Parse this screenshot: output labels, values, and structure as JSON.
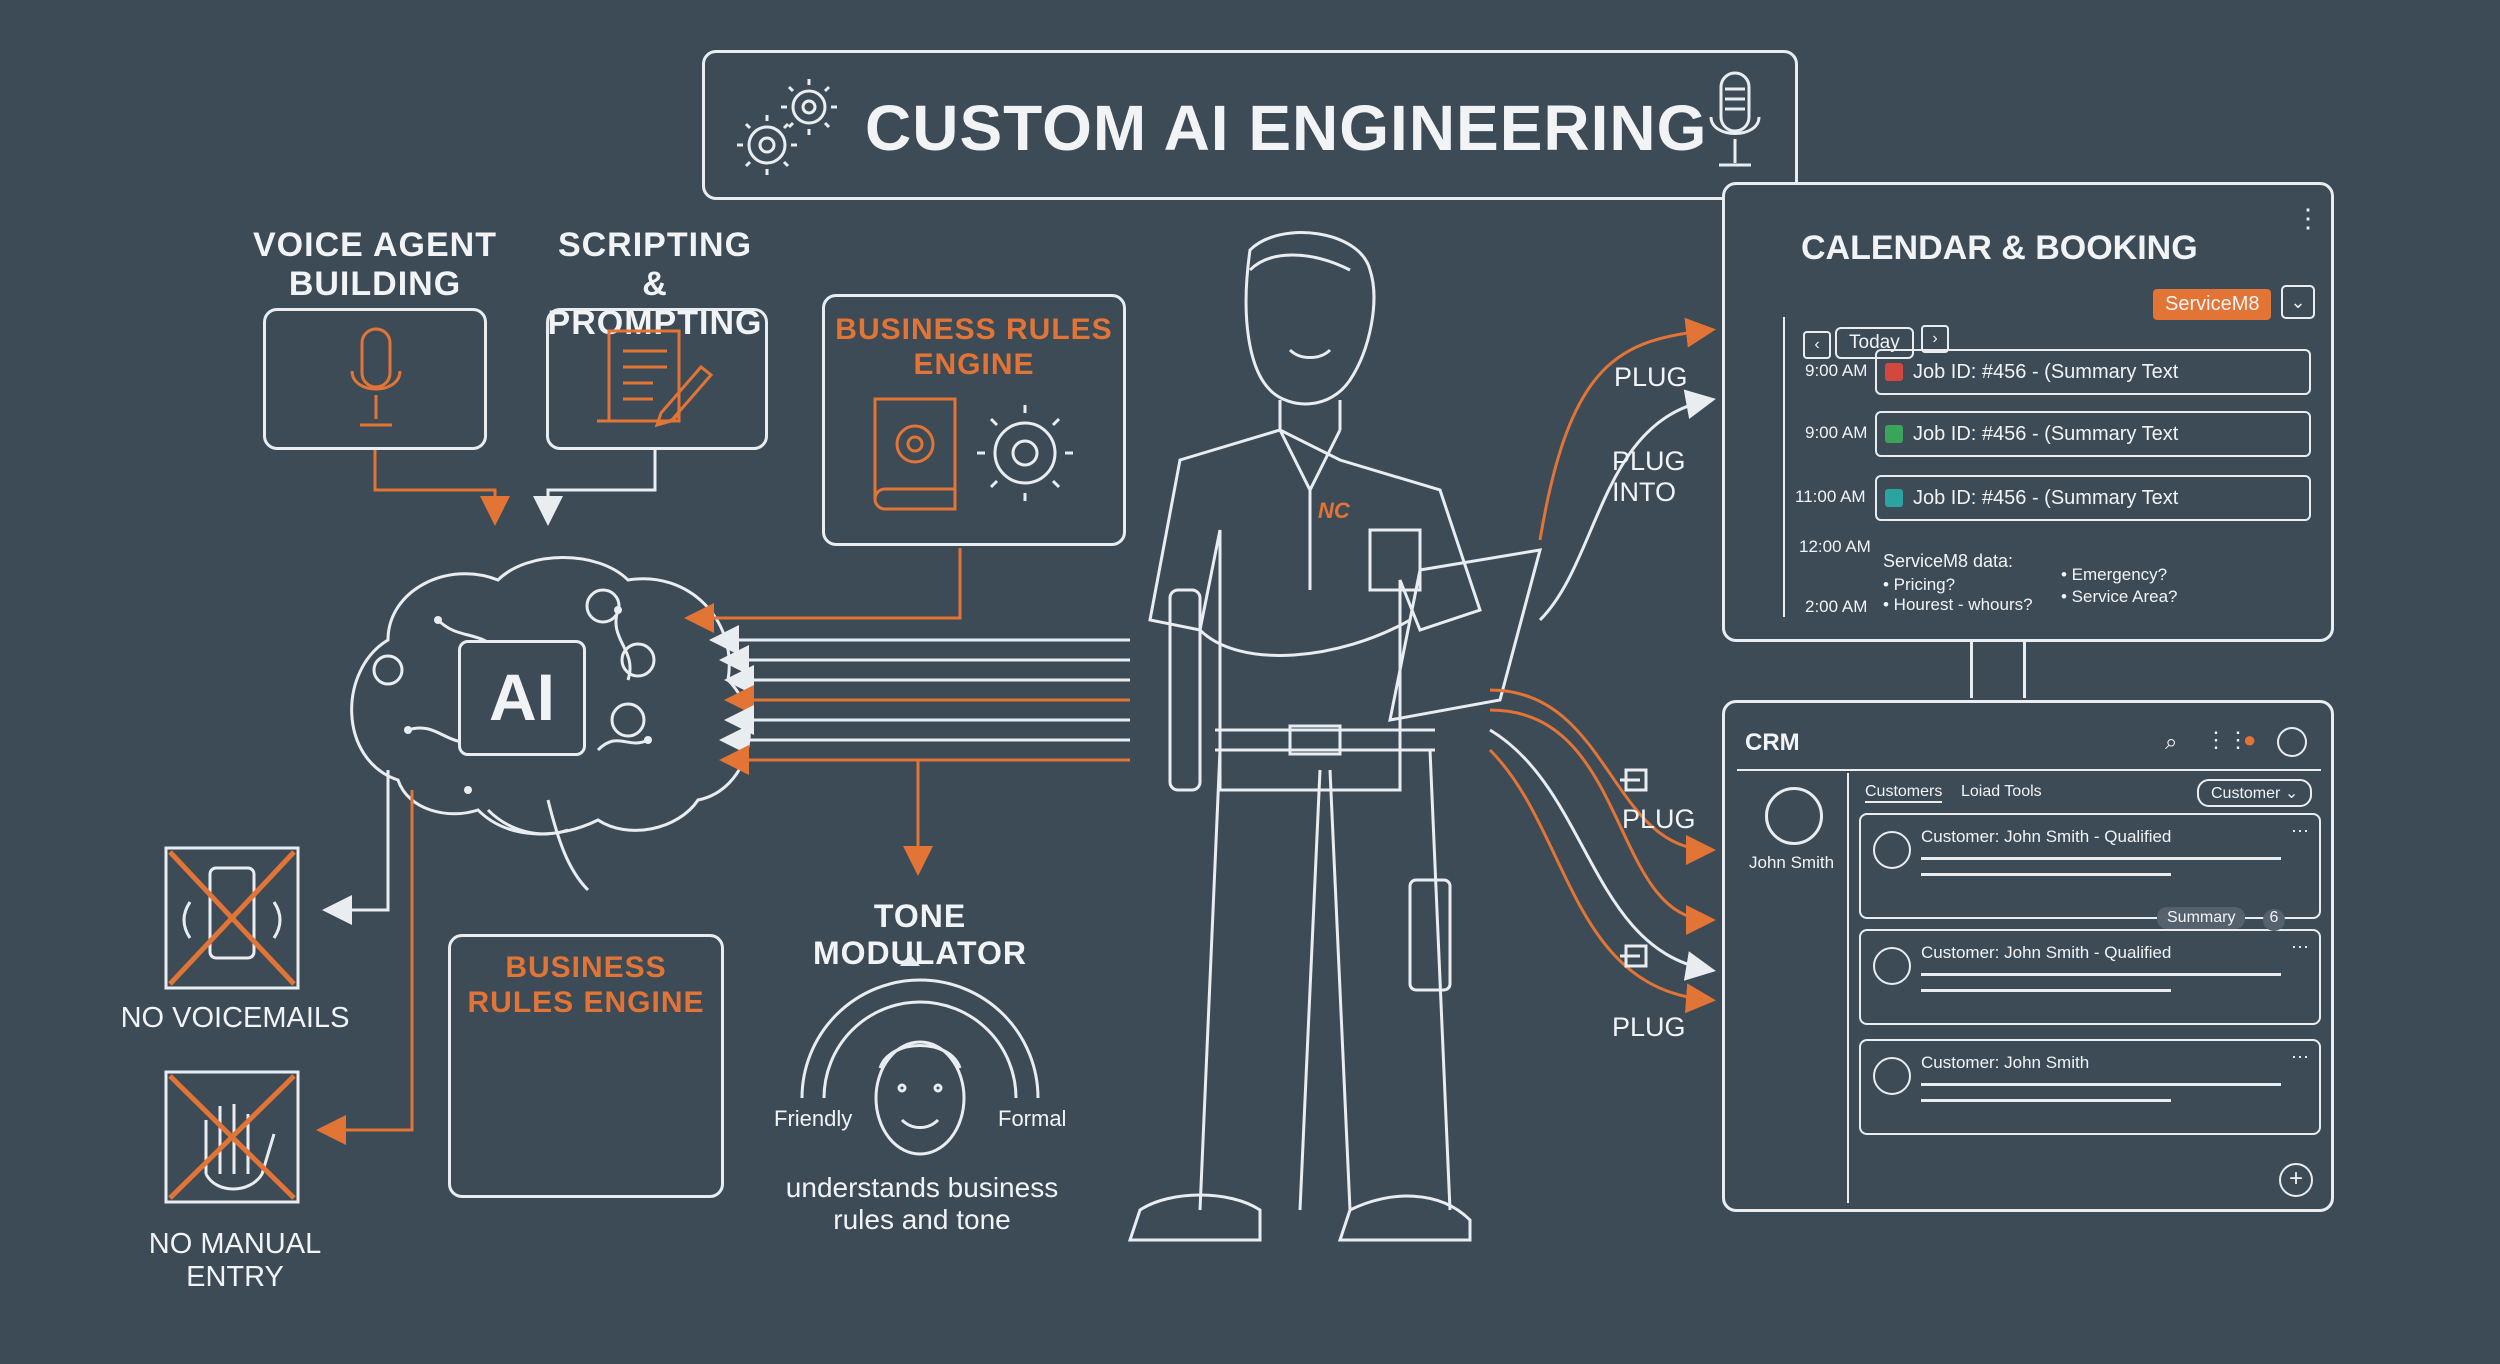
{
  "title": "CUSTOM AI ENGINEERING",
  "inputs": {
    "voice_agent": "VOICE AGENT BUILDING",
    "scripting": "SCRIPTING & PROMPTING",
    "business_rules_top": "BUSINESS RULES ENGINE",
    "business_rules_bottom": "BUSINESS RULES ENGINE"
  },
  "brain_label": "AI",
  "no_voicemails": "NO VOICEMAILS",
  "no_manual_entry": "NO MANUAL ENTRY",
  "tone": {
    "title": "TONE MODULATOR",
    "left": "Friendly",
    "right": "Formal",
    "caption": "understands business rules and tone"
  },
  "badge": "NC",
  "plugs": [
    "PLUG",
    "PLUG INTO",
    "PLUG",
    "PLUG"
  ],
  "calendar": {
    "title": "CALENDAR & BOOKING",
    "tag": "ServiceM8",
    "today_button": "Today",
    "rows": [
      {
        "time": "9:00 AM",
        "text": "Job ID: #456 - (Summary Text",
        "color": "#d2483f"
      },
      {
        "time": "9:00 AM",
        "text": "Job ID: #456 - (Summary Text",
        "color": "#3aa45a"
      },
      {
        "time": "11:00 AM",
        "text": "Job ID: #456 - (Summary Text",
        "color": "#2ba3a0"
      }
    ],
    "time_extra": [
      "12:00 AM",
      "2:00 AM"
    ],
    "data_heading": "ServiceM8 data:",
    "data_items": [
      "• Pricing?",
      "• Hourest - whours?",
      "• Emergency?",
      "• Service Area?"
    ]
  },
  "crm": {
    "title": "CRM",
    "tabs": [
      "Customers",
      "Loiad Tools"
    ],
    "dropdown": "Customer",
    "profile_name": "John Smith",
    "cards": [
      {
        "text": "Customer: John Smith - Qualified"
      },
      {
        "text": "Customer: John Smith - Qualified"
      },
      {
        "text": "Customer: John Smith"
      }
    ],
    "summary_button": "Summary",
    "summary_count": "6"
  },
  "colors": {
    "background": "#3d4b57",
    "accent": "#e27436",
    "line": "#e9edf0"
  }
}
